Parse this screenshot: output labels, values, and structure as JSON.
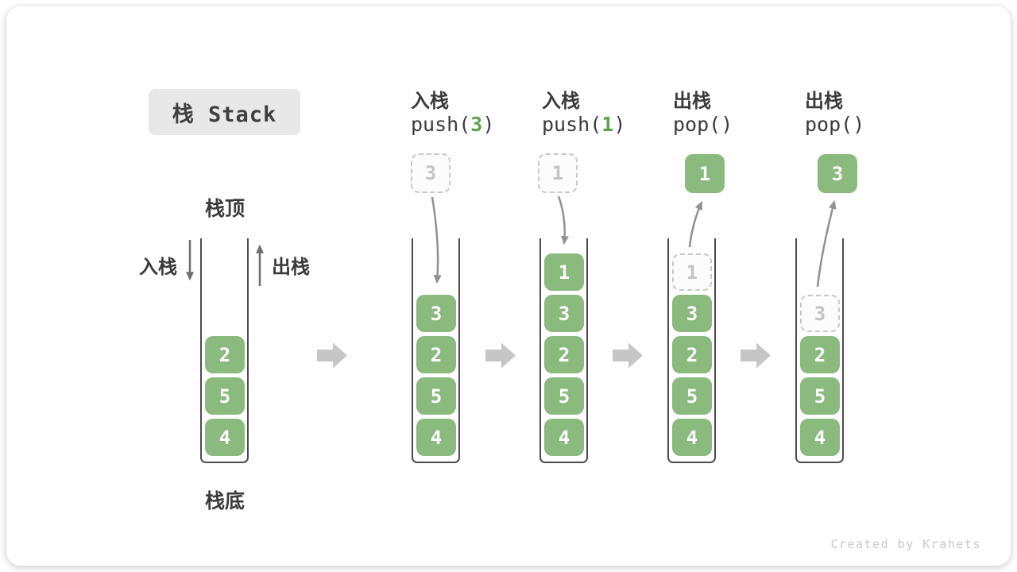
{
  "title": "栈 Stack",
  "legend": {
    "stack_top": "栈顶",
    "stack_bottom": "栈底",
    "push": "入栈",
    "pop": "出栈"
  },
  "columns": [
    {
      "name": "initial-state",
      "stack": [
        "2",
        "5",
        "4"
      ]
    },
    {
      "op": "入栈",
      "call_prefix": "push(",
      "call_arg": "3",
      "call_suffix": ")",
      "floating": "3",
      "stack": [
        "3",
        "2",
        "5",
        "4"
      ]
    },
    {
      "op": "入栈",
      "call_prefix": "push(",
      "call_arg": "1",
      "call_suffix": ")",
      "floating": "1",
      "stack": [
        "1",
        "3",
        "2",
        "5",
        "4"
      ]
    },
    {
      "op": "出栈",
      "call": "pop()",
      "floating": "1",
      "ghost": "1",
      "stack": [
        "3",
        "2",
        "5",
        "4"
      ]
    },
    {
      "op": "出栈",
      "call": "pop()",
      "floating": "3",
      "ghost": "3",
      "stack": [
        "2",
        "5",
        "4"
      ]
    }
  ],
  "watermark": "Created by Krahets",
  "colors": {
    "cell_green": "#8bba7e",
    "accent_green": "#5da14e",
    "wall_gray": "#4d4d4d",
    "ghost_gray": "#c9c9c9",
    "flow_arrow_gray": "#c6c6c6",
    "curve_arrow_gray": "#919191",
    "title_box_bg": "#e8e8e8"
  }
}
